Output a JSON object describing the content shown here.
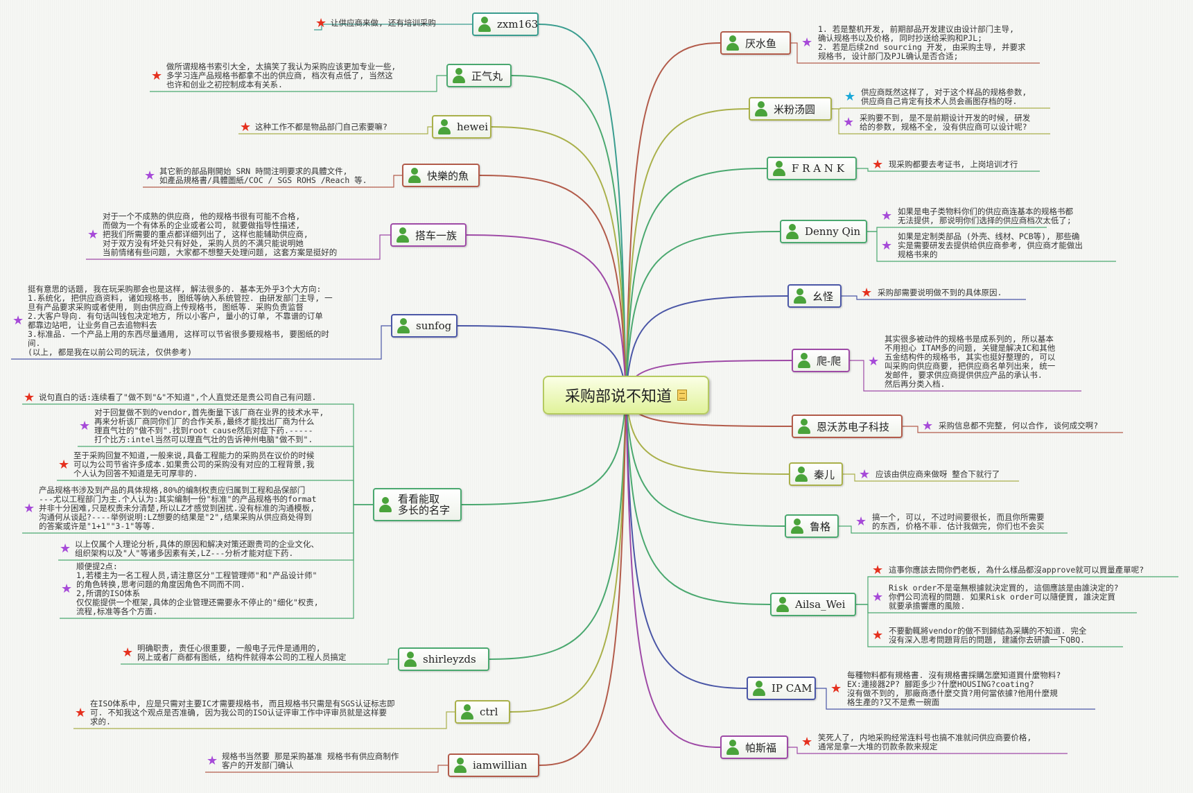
{
  "center": {
    "label": "采购部说不知道"
  },
  "colors": {
    "red": "#e5301e",
    "purple": "#a64ad8",
    "cyan": "#1aa8d8"
  },
  "topics": [
    {
      "id": "zxm163",
      "label": "zxm163",
      "color": "#3a9d8f",
      "notes": [
        {
          "star": "red",
          "text": "让供应商来做, 还有培训采购"
        }
      ]
    },
    {
      "id": "zhengqiwan",
      "label": "正气丸",
      "color": "#4aa86f",
      "notes": [
        {
          "star": "red",
          "text": "做所谓规格书索引大全, 太搞笑了我认为采购应该更加专业一些,\n多学习连产品规格书都拿不出的供应商, 档次有点低了, 当然这\n也许和创业之初控制成本有关系."
        }
      ]
    },
    {
      "id": "hewei",
      "label": "hewei",
      "color": "#a9b04a",
      "notes": [
        {
          "star": "red",
          "text": "这种工作不都是物品部门自己索要嘛?"
        }
      ]
    },
    {
      "id": "kuailezhiyu",
      "label": "快樂的魚",
      "color": "#b25b4a",
      "notes": [
        {
          "star": "purple",
          "text": "其它新的部品剛開始 SRN 時間注明要求的具體文件,\n如產品規格書/具體圖紙/COC / SGS ROHS /Reach 等."
        }
      ]
    },
    {
      "id": "dacheyizu",
      "label": "搭车一族",
      "color": "#9e4aa6",
      "notes": [
        {
          "star": "purple",
          "text": "对于一个不成熟的供应商, 他的规格书很有可能不合格,\n而做为一个有体系的企业或者公司, 就要做指导性描述,\n把我们所需要的重点都详细列出了, 这样也能辅助供应商,\n对于双方没有坏处只有好处, 采购人员的不满只能说明她\n当前情绪有些问题, 大家都不想整天处理问题, 这套方案是挺好的"
        }
      ]
    },
    {
      "id": "sunfog",
      "label": "sunfog",
      "color": "#4a56a6",
      "notes": [
        {
          "star": "purple",
          "text": "挺有意思的话题, 我在玩采购那会也是这样, 解法很多的. 基本无外乎3个大方向:\n1.系统化, 把供应商资料, 诸如规格书, 图纸等纳入系统管控. 由研发部门主导, 一\n旦有产品要求采购或者使用, 则由供应商上传规格书, 图纸等. 采购负责监督\n2.大客户导向. 有句话叫钱包决定地方, 所以小客户, 量小的订单, 不靠谱的订单\n都靠边站吧, 让业务自己去追物料去\n3.标准品. 一个产品上用的东西尽量通用, 这样可以节省很多要规格书, 要图纸的时\n间.\n(以上, 都是我在以前公司的玩法, 仅供参考)"
        }
      ]
    },
    {
      "id": "kankan",
      "label": "看看能取\n多长的名字",
      "color": "#4aa86f",
      "notes": [
        {
          "star": "red",
          "text": "说句直白的话:连续看了\"做不到\"&\"不知道\",个人直觉还是贵公司自己有问题."
        },
        {
          "star": "purple",
          "text": "对于回复做不到的vendor,首先衡量下该厂商在业界的技术水平,\n再来分析该厂商同你们厂的合作关系,最终才能找出厂商为什么\n理直气壮的\"做不到\".找到root cause然后对症下药.-----\n打个比方:intel当然可以理直气壮的告诉神州电脑\"做不到\"."
        },
        {
          "star": "red",
          "text": "至于采购回复不知道,一般来说,具备工程能力的采购员在议价的时候\n可以为公司节省许多成本.如果贵公司的采购没有对应的工程背景,我\n个人认为回答不知道是无可厚非的."
        },
        {
          "star": "purple",
          "text": "产品规格书涉及到产品的具体规格,80%的编制权责应归属到工程和品保部门\n---尤以工程部门为主.个人认为:其实编制一份\"标准\"的产品规格书的format\n并非十分困难,只是权责未分清楚,所以LZ才感觉到困扰.没有标准的沟通模板,\n沟通何从谈起?----举例说明:LZ想要的结果是\"2\",结果采购从供应商处得到\n的答案或许是\"1+1\"\"3-1\"等等."
        },
        {
          "star": "purple",
          "text": "以上仅属个人理论分析,具体的原因和解决对策还跟贵司的企业文化、\n组织架构以及\"人\"等诸多因素有关,LZ---分析才能对症下药."
        },
        {
          "star": "purple",
          "text": "顺便提2点:\n1,若楼主为一名工程人员,请注意区分\"工程管理师\"和\"产品设计师\"\n的角色转换,思考问题的角度因角色不同而不同.\n2,所谓的ISO体系\n仅仅能提供一个框架,具体的企业管理还需要永不停止的\"细化\"权责,\n流程,标准等各个方面."
        }
      ]
    },
    {
      "id": "shirleyzds",
      "label": "shirleyzds",
      "color": "#4aa86f",
      "notes": [
        {
          "star": "red",
          "text": "明确职责, 责任心很重要, 一般电子元件是通用的,\n网上或者厂商都有图纸, 结构件就得本公司的工程人员搞定"
        }
      ]
    },
    {
      "id": "ctrl",
      "label": "ctrl",
      "color": "#a9b04a",
      "notes": [
        {
          "star": "red",
          "text": "在ISO体系中, 应是只需对主要IC才需要规格书, 而且规格书只需是有SGS认证标志即\n可. 不知我这个观点是否准确, 因为我公司的ISO认证评审工作中评审员就是这样要\n求的."
        }
      ]
    },
    {
      "id": "iamwillian",
      "label": "iamwillian",
      "color": "#b25b4a",
      "notes": [
        {
          "star": "purple",
          "text": "规格书当然要 那是采购基准 规格书有供应商制作\n客户的开发部门确认"
        }
      ]
    },
    {
      "id": "yanshuiyu",
      "label": "厌水鱼",
      "color": "#b25b4a",
      "notes": [
        {
          "star": "purple",
          "text": "1. 若是整机开发, 前期部品开发建议由设计部门主导,\n确认规格书以及价格, 同时抄送给采购和PJL;\n2. 若是后续2nd sourcing 开发, 由采购主导, 并要求\n规格书, 设计部门及PJL确认是否合适;"
        }
      ]
    },
    {
      "id": "mifen",
      "label": "米粉汤圆",
      "color": "#a9b04a",
      "notes": [
        {
          "star": "cyan",
          "text": "供应商既然这样了, 对于这个样品的规格参数,\n供应商自己肯定有技术人员会画图存档的呀."
        },
        {
          "star": "purple",
          "text": "采购要不到, 是不是前期设计开发的时候, 研发\n给的参数, 规格不全, 没有供应商可以设计呢?"
        }
      ]
    },
    {
      "id": "frank",
      "label": "F R A N K",
      "color": "#4aa86f",
      "notes": [
        {
          "star": "red",
          "text": "现采购都要去考证书, 上岗培训才行"
        }
      ]
    },
    {
      "id": "denny",
      "label": "Denny Qin",
      "color": "#4aa86f",
      "notes": [
        {
          "star": "purple",
          "text": "如果是电子类物料你们的供应商连基本的规格书都\n无法提供, 那说明你们选择的供应商档次太低了;"
        },
        {
          "star": "purple",
          "text": "如果是定制类部品 (外壳、线材、PCB等), 那些确\n实是需要研发去提供给供应商参考, 供应商才能做出\n规格书来的"
        }
      ]
    },
    {
      "id": "yaoguai",
      "label": "幺怪",
      "color": "#4a56a6",
      "notes": [
        {
          "star": "red",
          "text": "采购部需要说明做不到的具体原因."
        }
      ]
    },
    {
      "id": "papa",
      "label": "爬-爬",
      "color": "#9e4aa6",
      "notes": [
        {
          "star": "purple",
          "text": "其实很多被动件的规格书是成系列的, 所以基本\n不用担心 ITAM多的问题, 关键是解决IC和其他\n五金结构件的规格书, 其实也挺好整理的, 可以\n叫采购向供应商要, 把供应商名单列出来, 统一\n发邮件, 要求供应商提供供应产品的承认书.\n然后再分类入档."
        }
      ]
    },
    {
      "id": "enwosu",
      "label": "恩沃苏电子科技",
      "color": "#b25b4a",
      "notes": [
        {
          "star": "purple",
          "text": "采购信息都不完整, 何以合作, 谈何成交啊?"
        }
      ]
    },
    {
      "id": "qiner",
      "label": "秦儿",
      "color": "#a9b04a",
      "notes": [
        {
          "star": "purple",
          "text": "应该由供应商来做呀 整合下就行了"
        }
      ]
    },
    {
      "id": "ruge",
      "label": "鲁格",
      "color": "#4aa86f",
      "notes": [
        {
          "star": "purple",
          "text": "搞一个, 可以, 不过时间要很长, 而且你所需要\n的东西, 价格不菲. 估计我做完, 你们也不会买"
        }
      ]
    },
    {
      "id": "ailsa",
      "label": "Ailsa_Wei",
      "color": "#4aa86f",
      "notes": [
        {
          "star": "red",
          "text": "這事你應該去問你們老板, 為什么樣品都沒approve就可以買量產單呢?"
        },
        {
          "star": "purple",
          "text": "Risk order不是毫無根據就決定買的, 這個應該是由誰決定的?\n你們公司流程的問題. 如果Risk order可以隨便買, 誰決定買\n就要承擔響應的風險."
        },
        {
          "star": "red",
          "text": "不要動輒將vendor的做不到歸結為采購的不知道. 完全\n沒有深入思考問題背后的問題, 建議你去研讀一下QBQ."
        }
      ]
    },
    {
      "id": "ipcam",
      "label": "IP CAM",
      "color": "#4a56a6",
      "notes": [
        {
          "star": "red",
          "text": "每種物料都有規格書. 沒有規格書採購怎麼知道買什麼物料?\nEX:連接器2P? 腳距多少?什麼HOUSING?coating?\n沒有做不到的, 那廠商憑什麼交貨?用何當依據?他用什麼規\n格生產的?又不是煮一碗面"
        }
      ]
    },
    {
      "id": "pasifu",
      "label": "帕斯福",
      "color": "#9e4aa6",
      "notes": [
        {
          "star": "red",
          "text": "笑死人了, 内地采购经常连料号也搞不准就问供应商要价格,\n通常是拿一大堆的罚款条款来规定"
        }
      ]
    }
  ]
}
